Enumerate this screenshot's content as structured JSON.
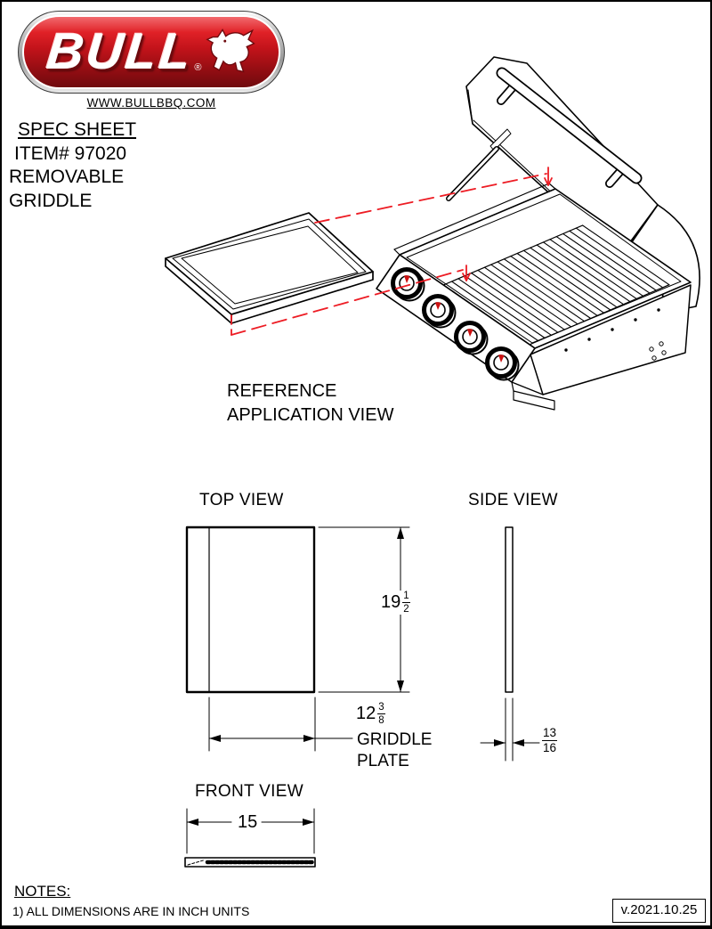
{
  "page": {
    "version": "v.2021.10.25"
  },
  "logo": {
    "brand": "BULL",
    "registered": "®",
    "website": "WWW.BULLBBQ.COM"
  },
  "header": {
    "title": "SPEC SHEET",
    "item": "ITEM# 97020",
    "product_line1": "REMOVABLE",
    "product_line2": "GRIDDLE"
  },
  "reference_caption": {
    "line1": "REFERENCE",
    "line2": "APPLICATION VIEW"
  },
  "views": {
    "top": {
      "title": "TOP VIEW",
      "height": {
        "whole": "19",
        "num": "1",
        "den": "2"
      },
      "width": {
        "whole": "12",
        "num": "3",
        "den": "8"
      },
      "width_label1": "GRIDDLE",
      "width_label2": "PLATE"
    },
    "side": {
      "title": "SIDE VIEW",
      "thickness": {
        "num": "13",
        "den": "16"
      }
    },
    "front": {
      "title": "FRONT VIEW",
      "width": "15"
    }
  },
  "notes": {
    "title": "NOTES:",
    "items": [
      "1) ALL DIMENSIONS ARE IN INCH UNITS"
    ]
  },
  "colors": {
    "accent_red": "#ed1c24",
    "logo_red": "#c2131a",
    "line_black": "#000000"
  }
}
